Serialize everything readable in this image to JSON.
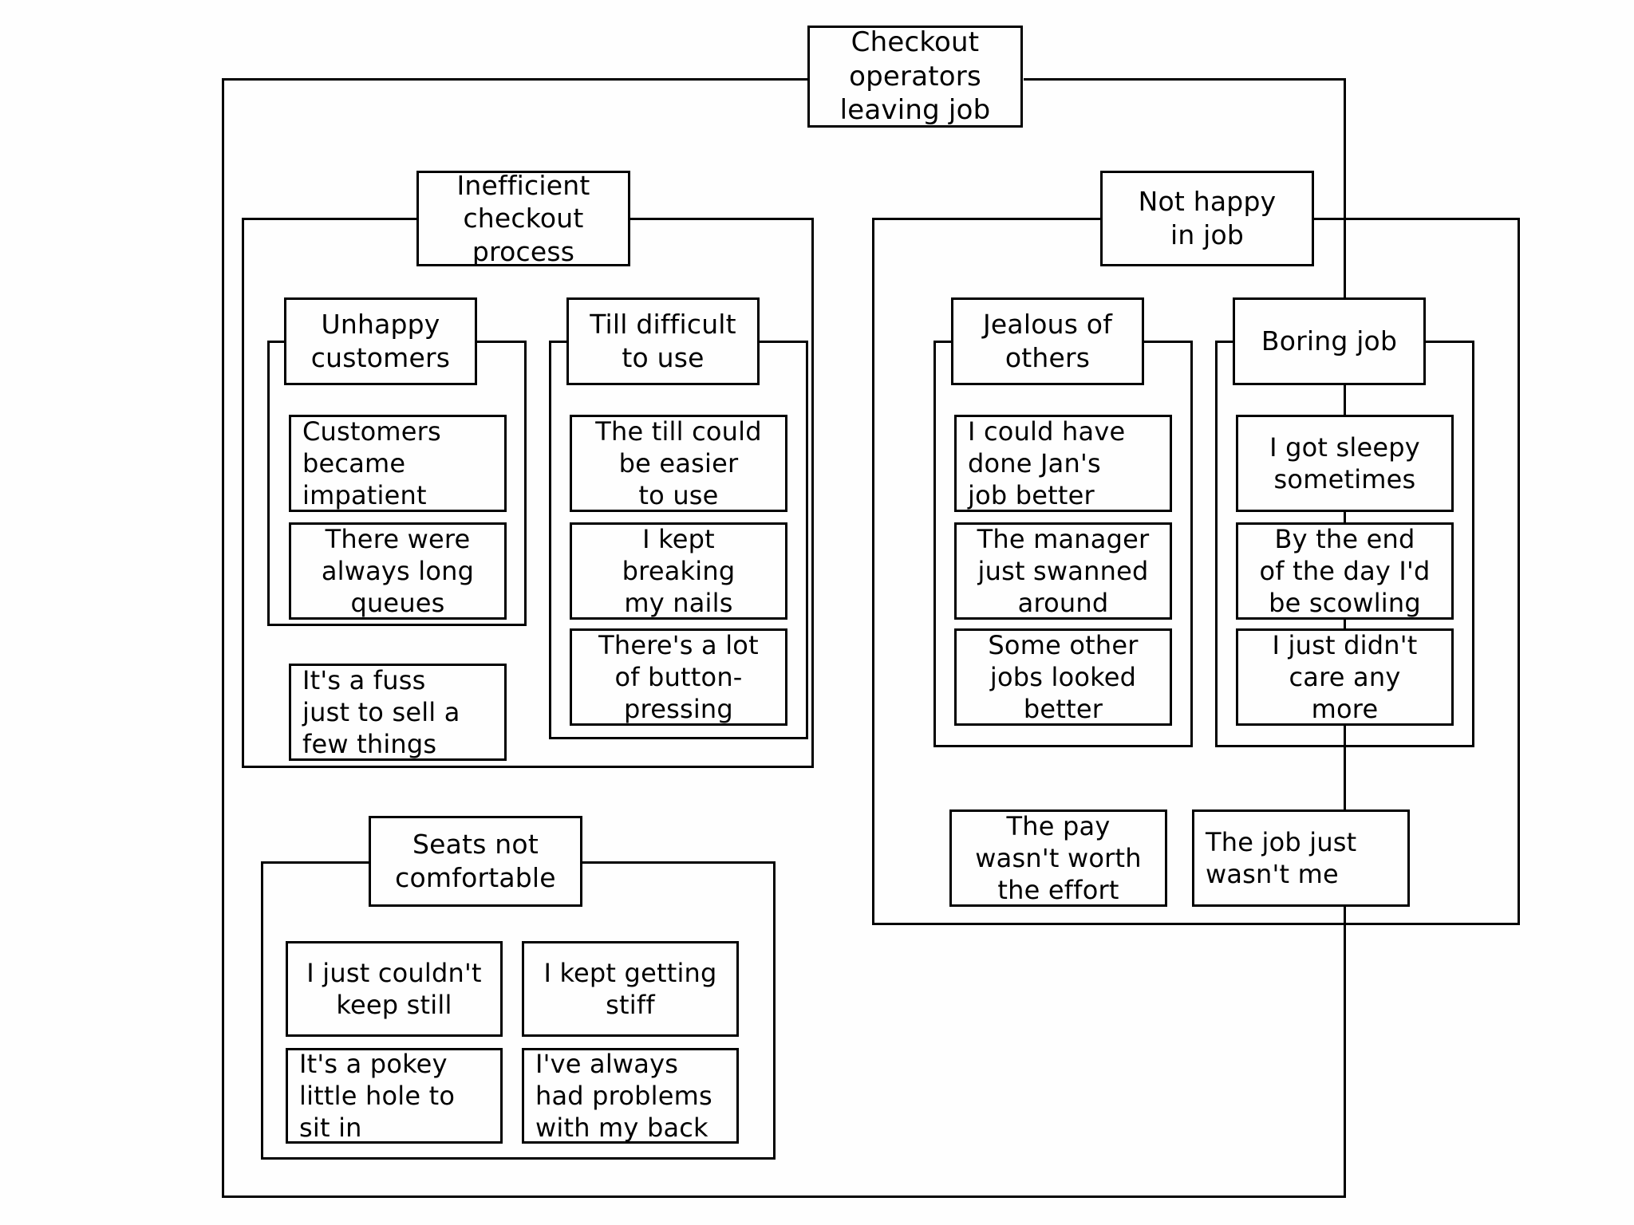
{
  "diagram": {
    "type": "affinity-tree",
    "root": {
      "label": "Checkout\noperators\nleaving job"
    },
    "branches": [
      {
        "label": "Inefficient\ncheckout\nprocess",
        "subgroups": [
          {
            "label": "Unhappy\ncustomers",
            "items": [
              "Customers\nbecame\nimpatient",
              "There were\nalways long\nqueues"
            ]
          },
          {
            "label": "Till difficult\nto use",
            "items": [
              "The till could\nbe easier\nto use",
              "I kept\nbreaking\nmy nails",
              "There's a lot\nof button-\npressing"
            ]
          }
        ],
        "loose_items": [
          "It's a fuss\njust to sell a\nfew things"
        ]
      },
      {
        "label": "Not happy\nin job",
        "subgroups": [
          {
            "label": "Jealous of\nothers",
            "items": [
              "I could have\ndone Jan's\njob better",
              "The manager\njust swanned\naround",
              "Some other\njobs looked\nbetter"
            ]
          },
          {
            "label": "Boring job",
            "items": [
              "I got sleepy\nsometimes",
              "By the end\nof the day I'd\nbe scowling",
              "I just didn't\ncare any\nmore"
            ]
          }
        ],
        "loose_items": [
          "The pay\nwasn't worth\nthe effort",
          "The job just\nwasn't me"
        ]
      },
      {
        "label": "Seats not\ncomfortable",
        "subgroups": [],
        "loose_items": [
          "I just couldn't\nkeep still",
          "I kept getting\nstiff",
          "It's a pokey\nlittle hole to\nsit in",
          "I've always\nhad problems\nwith my back"
        ]
      }
    ],
    "colors": {
      "line": "#000000",
      "background": "#ffffff",
      "text": "#000000"
    }
  }
}
